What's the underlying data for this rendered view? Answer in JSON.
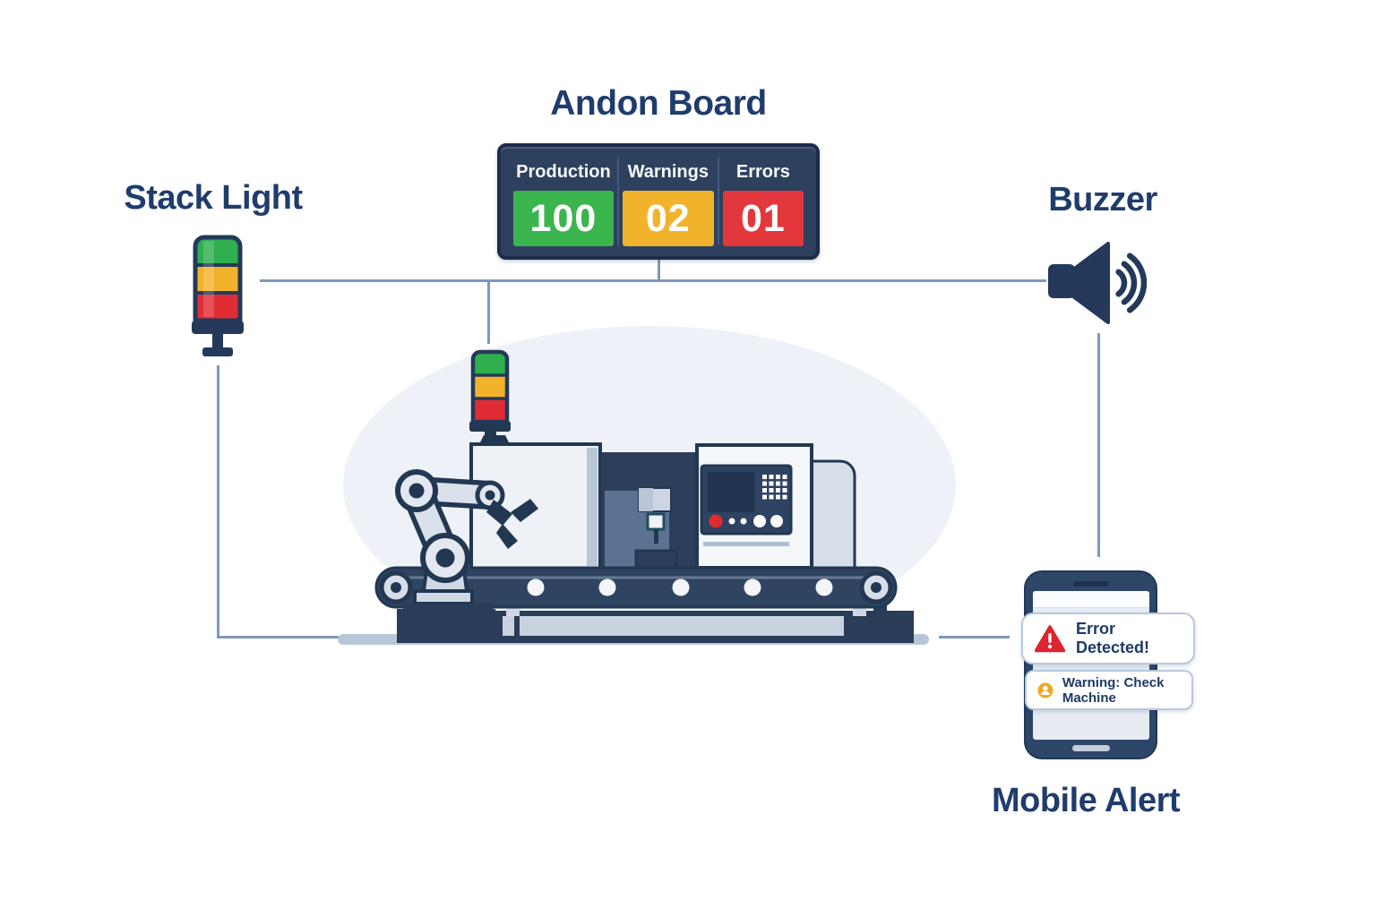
{
  "titles": {
    "stack_light": "Stack Light",
    "andon_board": "Andon Board",
    "buzzer": "Buzzer",
    "mobile_alert": "Mobile Alert"
  },
  "andon_board": {
    "columns": [
      {
        "label": "Production",
        "value": "100",
        "color": "#3bb54e"
      },
      {
        "label": "Warnings",
        "value": "02",
        "color": "#f2b32c"
      },
      {
        "label": "Errors",
        "value": "01",
        "color": "#e2383d"
      }
    ]
  },
  "stack_light": {
    "segment_colors": [
      "#2fae4d",
      "#f2b32c",
      "#e02d35"
    ]
  },
  "mobile_alert": {
    "notifications": [
      {
        "icon": "alert-triangle-icon",
        "text": "Error Detected!"
      },
      {
        "icon": "warning-person-icon",
        "text": "Warning: Check Machine"
      }
    ]
  },
  "colors": {
    "title_navy": "#1f3c6d",
    "panel_navy": "#2d415f",
    "connector_blue": "#7e99bb",
    "green": "#3bb54e",
    "amber": "#f2b32c",
    "red": "#e2383d"
  }
}
